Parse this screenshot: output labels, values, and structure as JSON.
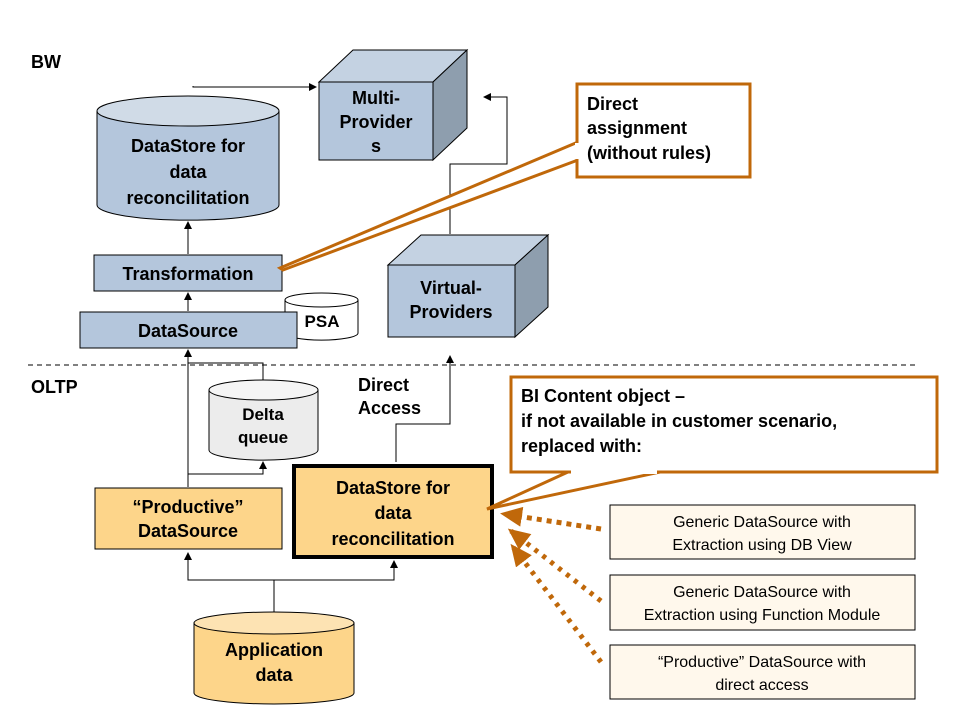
{
  "layers": {
    "bw_label": "BW",
    "oltp_label": "OLTP"
  },
  "bw": {
    "datastore": [
      "DataStore for",
      "data",
      "reconcilitation"
    ],
    "multiproviders": [
      "Multi-",
      "Provider",
      "s"
    ],
    "transformation": "Transformation",
    "datasource": "DataSource",
    "psa": "PSA",
    "virtualproviders": [
      "Virtual-",
      "Providers"
    ]
  },
  "oltp": {
    "delta_queue": [
      "Delta",
      "queue"
    ],
    "direct_access": [
      "Direct",
      "Access"
    ],
    "productive_datasource": [
      "“Productive”",
      "DataSource"
    ],
    "datastore": [
      "DataStore for",
      "data",
      "reconcilitation"
    ],
    "application_data": [
      "Application",
      "data"
    ]
  },
  "callouts": {
    "direct_assignment": [
      "Direct",
      "assignment",
      "(without rules)"
    ],
    "bi_content": [
      "BI Content object –",
      "if not available in customer scenario,",
      "replaced with:"
    ]
  },
  "alternatives": [
    [
      "Generic DataSource with",
      "Extraction using DB View"
    ],
    [
      "Generic DataSource with",
      "Extraction using Function Module"
    ],
    [
      "“Productive” DataSource with",
      "direct access"
    ]
  ],
  "colors": {
    "bw_fill": "#b4c6dc",
    "bw_top": "#d0dbe7",
    "oltp_fill": "#fdd58a",
    "oltp_top": "#fde3b3",
    "callout_border": "#c0680a",
    "alt_fill": "#fff8ec",
    "direct_access_text": "#4f7aa6"
  }
}
